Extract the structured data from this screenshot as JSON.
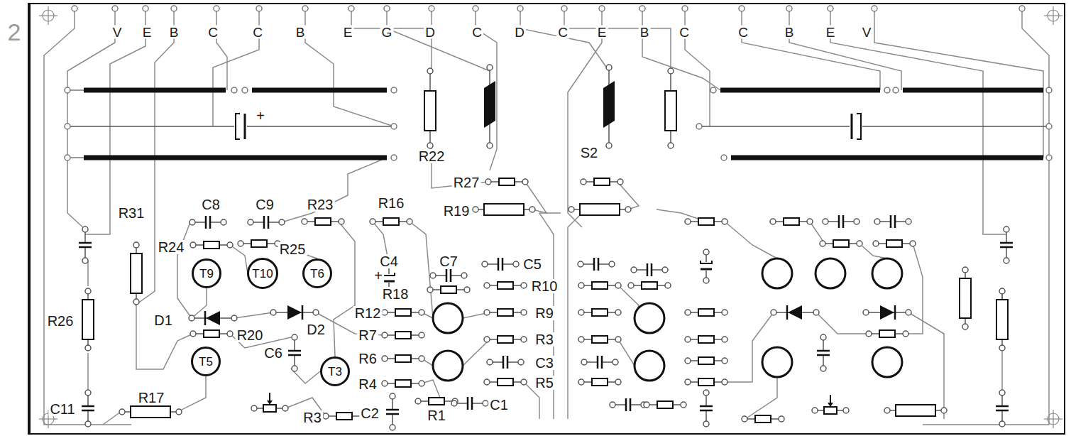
{
  "diagram": {
    "nodes": [
      {
        "text": [
          "T9"
        ]
      },
      {
        "text": [
          "T10"
        ]
      },
      {
        "text": [
          "T6"
        ]
      },
      {
        "text": [
          "T5"
        ]
      },
      {
        "text": [
          "T3"
        ]
      }
    ],
    "labels": [
      "2",
      "V",
      "E",
      "B",
      "C",
      "C",
      "B",
      "E",
      "G",
      "D",
      "C",
      "D",
      "C",
      "E",
      "B",
      "C",
      "C",
      "B",
      "E",
      "V",
      "+",
      "R22",
      "S2",
      "R27",
      "R19",
      "R31",
      "C8",
      "C9",
      "R23",
      "R16",
      "R24",
      "R25",
      "C4",
      "+",
      "C7",
      "C5",
      "R18",
      "R10",
      "R12",
      "R9",
      "R26",
      "D1",
      "D2",
      "R20",
      "R7",
      "R3",
      "C6",
      "R6",
      "C3",
      "R4",
      "R5",
      "C11",
      "R17",
      "R3",
      "C2",
      "R1",
      "C1"
    ]
  }
}
